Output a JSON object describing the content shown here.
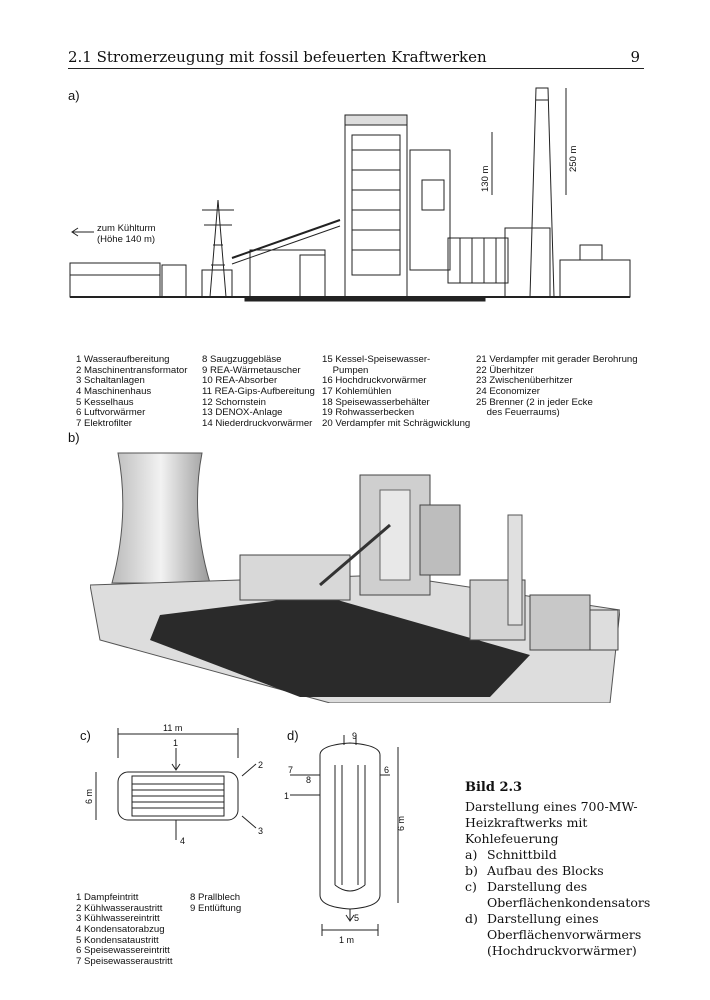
{
  "header": {
    "title": "2.1 Stromerzeugung mit fossil befeuerten Kraftwerken",
    "page_number": "9"
  },
  "panel_a": {
    "label": "a)",
    "annotations": {
      "to_cooling_tower": "zum Kühlturm",
      "cooling_tower_height": "(Höhe 140 m)",
      "height_130": "130 m",
      "height_250": "250 m"
    },
    "legend_cols": [
      [
        "1 Wasseraufbereitung",
        "2 Maschinentransformator",
        "3 Schaltanlagen",
        "4 Maschinenhaus",
        "5 Kesselhaus",
        "6 Luftvorwärmer",
        "7 Elektrofilter"
      ],
      [
        "8 Saugzuggebläse",
        "9 REA-Wärmetauscher",
        "10 REA-Absorber",
        "11 REA-Gips-Aufbereitung",
        "12 Schornstein",
        "13 DENOX-Anlage",
        "14 Niederdruckvorwärmer"
      ],
      [
        "15 Kessel-Speisewasser-",
        "    Pumpen",
        "16 Hochdruckvorwärmer",
        "17 Kohlemühlen",
        "18 Speisewasserbehälter",
        "19 Rohwasserbecken",
        "20 Verdampfer mit Schrägwicklung"
      ],
      [
        "21 Verdampfer mit gerader Berohrung",
        "22 Überhitzer",
        "23 Zwischenüberhitzer",
        "24 Economizer",
        "25 Brenner (2 in jeder Ecke",
        "    des Feuerraums)"
      ]
    ]
  },
  "panel_b": {
    "label": "b)"
  },
  "panel_c": {
    "label": "c)",
    "dims": {
      "width": "11 m",
      "height": "6 m"
    },
    "legend_cols": [
      [
        "1 Dampfeintritt",
        "2 Kühlwasseraustritt",
        "3 Kühlwassereintritt",
        "4 Kondensatorabzug",
        "5 Kondensataustritt",
        "6 Speisewassereintritt",
        "7 Speisewasseraustritt"
      ],
      [
        "8 Prallblech",
        "9 Entlüftung"
      ]
    ]
  },
  "panel_d": {
    "label": "d)",
    "dims": {
      "height": "6 m",
      "width": "1 m"
    }
  },
  "caption": {
    "title": "Bild 2.3",
    "description": "Darstellung eines 700-MW-Heizkraftwerks mit Kohlefeuerung",
    "items": [
      {
        "key": "a)",
        "text": "Schnittbild"
      },
      {
        "key": "b)",
        "text": "Aufbau des Blocks"
      },
      {
        "key": "c)",
        "text": "Darstellung des Oberflächenkondensators"
      },
      {
        "key": "d)",
        "text": "Darstellung eines Oberflächenvorwärmers (Hochdruckvorwärmer)"
      }
    ]
  }
}
